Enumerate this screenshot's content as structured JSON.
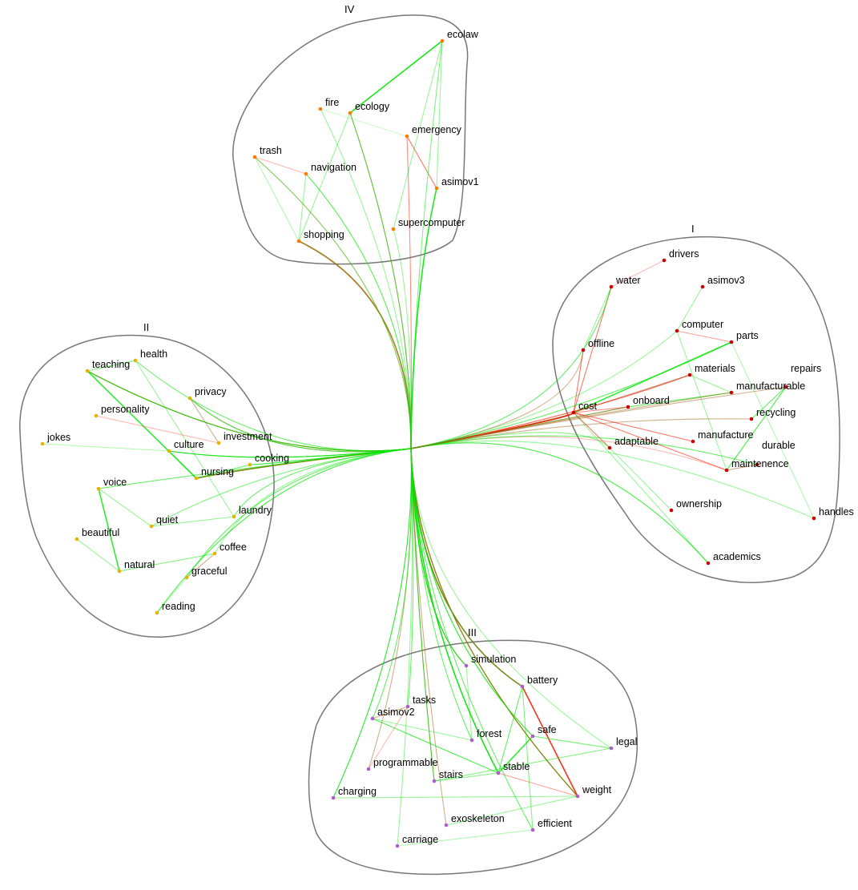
{
  "groups": [
    {
      "id": "I",
      "label": "I",
      "color": "#cc0000",
      "nodes": [
        "drivers",
        "water",
        "asimov3",
        "computer",
        "parts",
        "offline",
        "materials",
        "manufacturable",
        "repairs",
        "cost",
        "onboard",
        "recycling",
        "adaptable",
        "manufacture",
        "durable",
        "maintenence",
        "ownership",
        "handles",
        "academics"
      ]
    },
    {
      "id": "II",
      "label": "II",
      "color": "#e6b400",
      "nodes": [
        "teaching",
        "health",
        "privacy",
        "personality",
        "jokes",
        "culture",
        "investment",
        "nursing",
        "cooking",
        "voice",
        "quiet",
        "laundry",
        "beautiful",
        "coffee",
        "natural",
        "graceful",
        "reading"
      ]
    },
    {
      "id": "III",
      "label": "III",
      "color": "#b05cd0",
      "nodes": [
        "simulation",
        "battery",
        "tasks",
        "asimov2",
        "forest",
        "safe",
        "legal",
        "programmable",
        "stairs",
        "stable",
        "charging",
        "weight",
        "exoskeleton",
        "efficient",
        "carriage"
      ]
    },
    {
      "id": "IV",
      "label": "IV",
      "color": "#ff7a00",
      "nodes": [
        "ecolaw",
        "fire",
        "ecology",
        "emergency",
        "trash",
        "navigation",
        "asimov1",
        "supercomputer",
        "shopping"
      ]
    }
  ],
  "edge_colors": {
    "g": "#00e600",
    "r": "#ff1a00",
    "b": "#a0621a"
  },
  "edges": [
    [
      "ecolaw",
      "ecology",
      "g",
      0.9
    ],
    [
      "ecolaw",
      "supercomputer",
      "g",
      0.4
    ],
    [
      "ecolaw",
      "asimov1",
      "g",
      0.4
    ],
    [
      "fire",
      "emergency",
      "g",
      0.2
    ],
    [
      "trash",
      "navigation",
      "r",
      0.3
    ],
    [
      "ecology",
      "shopping",
      "g",
      0.4
    ],
    [
      "emergency",
      "asimov1",
      "r",
      0.6
    ],
    [
      "navigation",
      "shopping",
      "g",
      0.4
    ],
    [
      "trash",
      "shopping",
      "g",
      0.3
    ],
    [
      "shopping",
      "cost",
      "r",
      0.8
    ],
    [
      "asimov1",
      "stable",
      "g",
      0.8
    ],
    [
      "ecology",
      "cost",
      "b",
      0.6
    ],
    [
      "emergency",
      "battery",
      "r",
      0.5
    ],
    [
      "asimov1",
      "onboard",
      "g",
      0.5
    ],
    [
      "ecolaw",
      "weight",
      "g",
      0.5
    ],
    [
      "trash",
      "maintenence",
      "r",
      0.3
    ],
    [
      "navigation",
      "academics",
      "g",
      0.4
    ],
    [
      "supercomputer",
      "computer",
      "g",
      0.4
    ],
    [
      "fire",
      "nursing",
      "g",
      0.4
    ],
    [
      "ecology",
      "culture",
      "g",
      0.5
    ],
    [
      "shopping",
      "simulation",
      "g",
      0.5
    ],
    [
      "trash",
      "charging",
      "g",
      0.5
    ],
    [
      "navigation",
      "teaching",
      "g",
      0.4
    ],
    [
      "cost",
      "onboard",
      "r",
      0.5
    ],
    [
      "cost",
      "offline",
      "r",
      0.6
    ],
    [
      "cost",
      "water",
      "r",
      0.6
    ],
    [
      "cost",
      "parts",
      "g",
      0.8
    ],
    [
      "cost",
      "materials",
      "b",
      0.6
    ],
    [
      "cost",
      "manufacture",
      "r",
      0.6
    ],
    [
      "cost",
      "maintenence",
      "r",
      0.6
    ],
    [
      "cost",
      "adaptable",
      "r",
      0.6
    ],
    [
      "onboard",
      "manufacturable",
      "g",
      0.7
    ],
    [
      "parts",
      "computer",
      "r",
      0.4
    ],
    [
      "computer",
      "maintenence",
      "g",
      0.4
    ],
    [
      "repairs",
      "maintenence",
      "g",
      0.7
    ],
    [
      "repairs",
      "recycling",
      "g",
      0.6
    ],
    [
      "maintenence",
      "durable",
      "b",
      0.6
    ],
    [
      "materials",
      "manufacturable",
      "g",
      0.4
    ],
    [
      "water",
      "offline",
      "g",
      0.4
    ],
    [
      "drivers",
      "water",
      "r",
      0.3
    ],
    [
      "asimov3",
      "computer",
      "g",
      0.4
    ],
    [
      "handles",
      "parts",
      "g",
      0.3
    ],
    [
      "academics",
      "cost",
      "g",
      0.4
    ],
    [
      "ownership",
      "adaptable",
      "g",
      0.4
    ],
    [
      "materials",
      "weight",
      "r",
      0.7
    ],
    [
      "cost",
      "nursing",
      "r",
      0.9
    ],
    [
      "cost",
      "teaching",
      "r",
      0.7
    ],
    [
      "cost",
      "battery",
      "b",
      0.9
    ],
    [
      "cost",
      "weight",
      "r",
      0.7
    ],
    [
      "offline",
      "privacy",
      "b",
      0.5
    ],
    [
      "water",
      "cooking",
      "g",
      0.6
    ],
    [
      "onboard",
      "stairs",
      "b",
      0.6
    ],
    [
      "adaptable",
      "teaching",
      "g",
      0.5
    ],
    [
      "recycling",
      "exoskeleton",
      "b",
      0.5
    ],
    [
      "durable",
      "safe",
      "g",
      0.6
    ],
    [
      "handles",
      "culture",
      "g",
      0.4
    ],
    [
      "academics",
      "reading",
      "g",
      0.5
    ],
    [
      "manufacturable",
      "simulation",
      "b",
      0.5
    ],
    [
      "parts",
      "efficient",
      "g",
      0.6
    ],
    [
      "repairs",
      "programmable",
      "b",
      0.5
    ],
    [
      "teaching",
      "nursing",
      "g",
      0.8
    ],
    [
      "teaching",
      "health",
      "g",
      0.5
    ],
    [
      "voice",
      "natural",
      "g",
      0.8
    ],
    [
      "voice",
      "quiet",
      "g",
      0.4
    ],
    [
      "culture",
      "nursing",
      "g",
      0.5
    ],
    [
      "privacy",
      "investment",
      "b",
      0.5
    ],
    [
      "nursing",
      "cooking",
      "g",
      0.6
    ],
    [
      "quiet",
      "laundry",
      "g",
      0.4
    ],
    [
      "coffee",
      "graceful",
      "b",
      0.5
    ],
    [
      "jokes",
      "culture",
      "g",
      0.3
    ],
    [
      "beautiful",
      "natural",
      "g",
      0.4
    ],
    [
      "personality",
      "investment",
      "r",
      0.3
    ],
    [
      "health",
      "laundry",
      "g",
      0.4
    ],
    [
      "reading",
      "graceful",
      "g",
      0.3
    ],
    [
      "natural",
      "coffee",
      "g",
      0.5
    ],
    [
      "culture",
      "simulation",
      "g",
      0.7
    ],
    [
      "voice",
      "forest",
      "g",
      0.6
    ],
    [
      "nursing",
      "stable",
      "g",
      0.7
    ],
    [
      "health",
      "charging",
      "g",
      0.6
    ],
    [
      "privacy",
      "asimov2",
      "g",
      0.6
    ],
    [
      "laundry",
      "tasks",
      "g",
      0.6
    ],
    [
      "quiet",
      "safe",
      "g",
      0.5
    ],
    [
      "coffee",
      "legal",
      "g",
      0.4
    ],
    [
      "graceful",
      "stairs",
      "g",
      0.6
    ],
    [
      "reading",
      "carriage",
      "g",
      0.4
    ],
    [
      "teaching",
      "weight",
      "g",
      0.5
    ],
    [
      "cooking",
      "battery",
      "g",
      0.4
    ],
    [
      "battery",
      "weight",
      "r",
      0.9
    ],
    [
      "battery",
      "stable",
      "g",
      0.6
    ],
    [
      "safe",
      "stable",
      "g",
      0.8
    ],
    [
      "asimov2",
      "tasks",
      "b",
      0.5
    ],
    [
      "asimov2",
      "stable",
      "g",
      0.7
    ],
    [
      "simulation",
      "forest",
      "g",
      0.4
    ],
    [
      "stairs",
      "stable",
      "g",
      0.5
    ],
    [
      "stable",
      "weight",
      "r",
      0.4
    ],
    [
      "safe",
      "legal",
      "g",
      0.6
    ],
    [
      "charging",
      "weight",
      "g",
      0.4
    ],
    [
      "carriage",
      "efficient",
      "g",
      0.3
    ],
    [
      "exoskeleton",
      "weight",
      "g",
      0.4
    ],
    [
      "programmable",
      "tasks",
      "r",
      0.3
    ],
    [
      "stairs",
      "legal",
      "g",
      0.5
    ],
    [
      "forest",
      "asimov2",
      "g",
      0.4
    ],
    [
      "efficient",
      "battery",
      "g",
      0.5
    ]
  ]
}
